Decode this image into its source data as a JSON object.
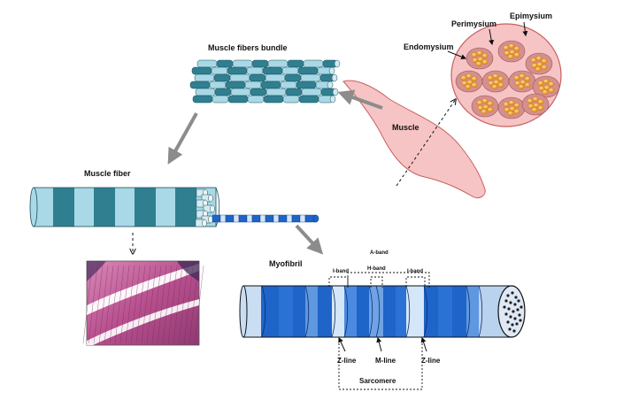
{
  "labels": {
    "bundle": "Muscle  fibers bundle",
    "fiber": "Muscle fiber",
    "muscle": "Muscle",
    "endomysium": "Endomysium",
    "perimysium": "Perimysium",
    "epimysium": "Epimysium",
    "myofibril": "Myofibril",
    "a_band": "A-band",
    "h_band": "H-band",
    "i_band_left": "I-band",
    "i_band_right": "I-band",
    "z_line_left": "Z-line",
    "m_line": "M-line",
    "z_line_right": "Z-line",
    "sarcomere": "Sarcomere"
  },
  "colors": {
    "dark_teal": "#2f7f90",
    "light_teal": "#a9d8e6",
    "muscle_pink": "#f6c4c4",
    "muscle_outline": "#c96060",
    "fascicle_fill": "#d48f8f",
    "fiber_orange": "#f5a623",
    "myofibril_dark": "#1f64c8",
    "myofibril_light": "#d4e6f8",
    "arrow_gray": "#8c8c8c",
    "micrograph_pink": "#b8508e"
  }
}
